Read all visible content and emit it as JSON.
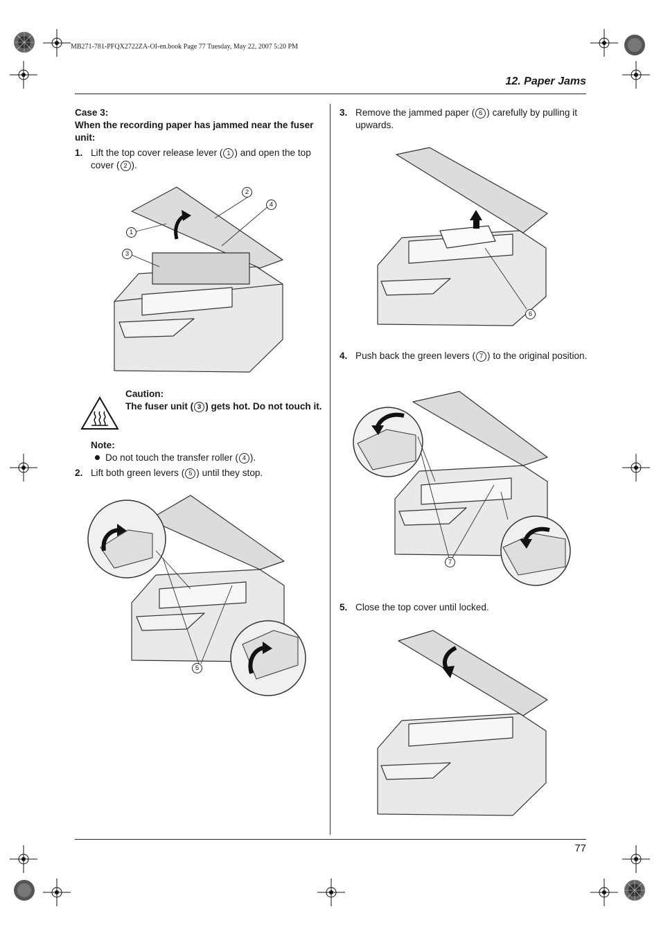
{
  "header": {
    "file_line": "MB271-781-PFQX2722ZA-OI-en.book  Page 77  Tuesday, May 22, 2007  5:20 PM",
    "section_title": "12. Paper Jams"
  },
  "left": {
    "case_heading": "Case 3:",
    "case_sub": "When the recording paper has jammed near the fuser unit:",
    "step1": {
      "num": "1.",
      "t1": "Lift the top cover release lever (",
      "n1": "1",
      "t2": ") and open the top cover (",
      "n2": "2",
      "t3": ")."
    },
    "fig1_callouts": [
      "1",
      "2",
      "3",
      "4"
    ],
    "caution": {
      "heading": "Caution:",
      "t1": "The fuser unit (",
      "n1": "3",
      "t2": ") gets hot. Do not touch it."
    },
    "note": {
      "heading": "Note:",
      "t1": "Do not touch the transfer roller (",
      "n1": "4",
      "t2": ")."
    },
    "step2": {
      "num": "2.",
      "t1": "Lift both green levers (",
      "n1": "5",
      "t2": ") until they stop."
    },
    "fig2_callout": "5"
  },
  "right": {
    "step3": {
      "num": "3.",
      "t1": "Remove the jammed paper (",
      "n1": "6",
      "t2": ") carefully by pulling it upwards."
    },
    "fig3_callout": "6",
    "step4": {
      "num": "4.",
      "t1": "Push back the green levers (",
      "n1": "7",
      "t2": ") to the original position."
    },
    "fig4_callout": "7",
    "step5": {
      "num": "5.",
      "t1": "Close the top cover until locked."
    }
  },
  "footer": {
    "page_number": "77"
  },
  "icons": [
    "registration-mark-icon",
    "hot-surface-warning-icon",
    "up-arrow-icon",
    "curved-arrow-icon"
  ]
}
